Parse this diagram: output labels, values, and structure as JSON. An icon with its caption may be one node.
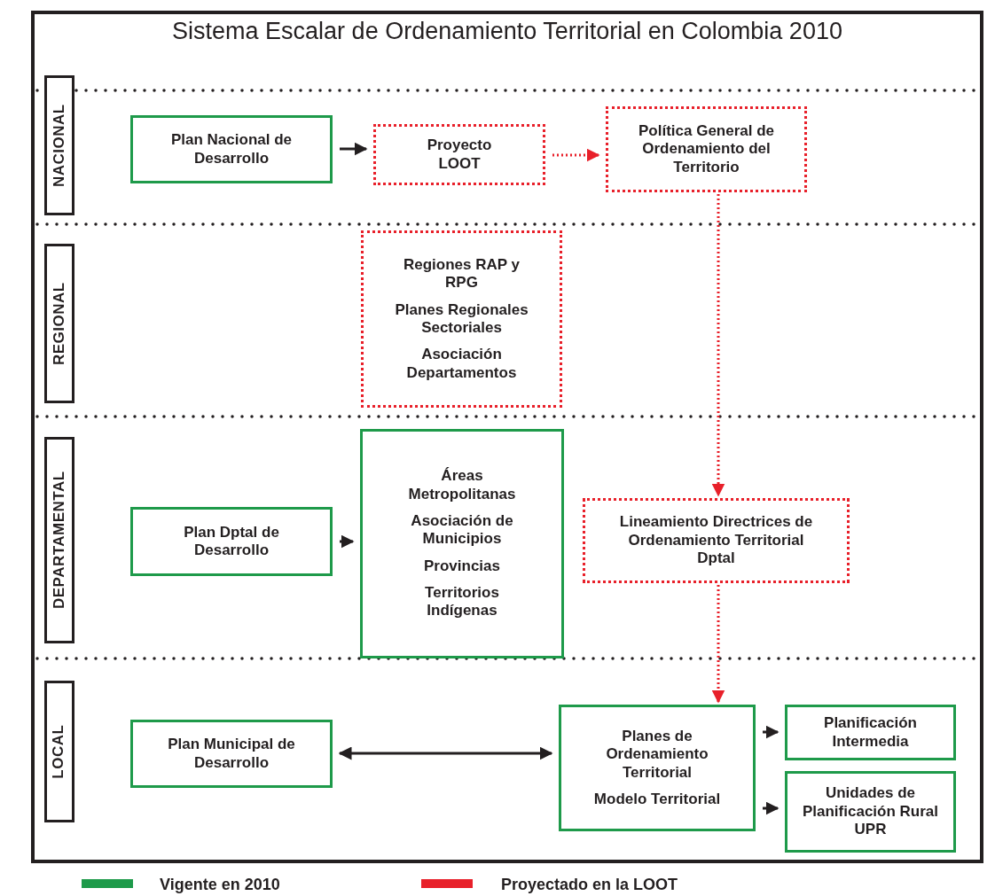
{
  "diagram": {
    "title": "Sistema Escalar de Ordenamiento Territorial en Colombia 2010",
    "nodes": [
      {
        "text": [
          "NACIONAL"
        ]
      },
      {
        "text": [
          "Plan Nacional de Desarrollo"
        ]
      },
      {
        "text": [
          "Proyecto LOOT"
        ]
      },
      {
        "text": [
          "Política General de Ordenamiento del Territorio"
        ]
      },
      {
        "text": [
          "REGIONAL"
        ]
      },
      {
        "text": [
          "Regiones RAP y RPG",
          "Planes Regionales Sectoriales",
          "Asociación Departamentos"
        ]
      },
      {
        "text": [
          "DEPARTAMENTAL"
        ]
      },
      {
        "text": [
          "Plan Dptal de Desarrollo"
        ]
      },
      {
        "text": [
          "Áreas Metropolitanas",
          "Asociación de Municipios",
          "Provincias",
          "Territorios Indígenas"
        ]
      },
      {
        "text": [
          "Lineamiento Directrices de Ordenamiento Territorial Dptal"
        ]
      },
      {
        "text": [
          "LOCAL"
        ]
      },
      {
        "text": [
          "Plan Municipal de Desarrollo"
        ]
      },
      {
        "text": [
          "Planes de Ordenamiento Territorial",
          "Modelo Territorial"
        ]
      },
      {
        "text": [
          "Planificación Intermedia"
        ]
      },
      {
        "text": [
          "Unidades de Planificación Rural UPR"
        ]
      }
    ],
    "edges": [
      {
        "from": 1,
        "to": 2,
        "arrow": "to"
      },
      {
        "from": 2,
        "to": 3,
        "arrow": "to",
        "style": "dashed",
        "color": "#e8202a"
      },
      {
        "from": 3,
        "to": 9,
        "arrow": "to",
        "style": "dashed",
        "color": "#e8202a"
      },
      {
        "from": 7,
        "to": 8,
        "arrow": "to"
      },
      {
        "from": 9,
        "to": 12,
        "arrow": "to",
        "style": "dashed",
        "color": "#e8202a"
      },
      {
        "from": 11,
        "to": 12,
        "arrow": "both"
      },
      {
        "from": 12,
        "to": 13,
        "arrow": "to"
      },
      {
        "from": 12,
        "to": 14,
        "arrow": "to"
      }
    ],
    "legend": [
      {
        "text": "Vigente en 2010",
        "color": "#1e9a4a"
      },
      {
        "text": "Proyectado en la LOOT",
        "color": "#e8202a"
      }
    ]
  }
}
